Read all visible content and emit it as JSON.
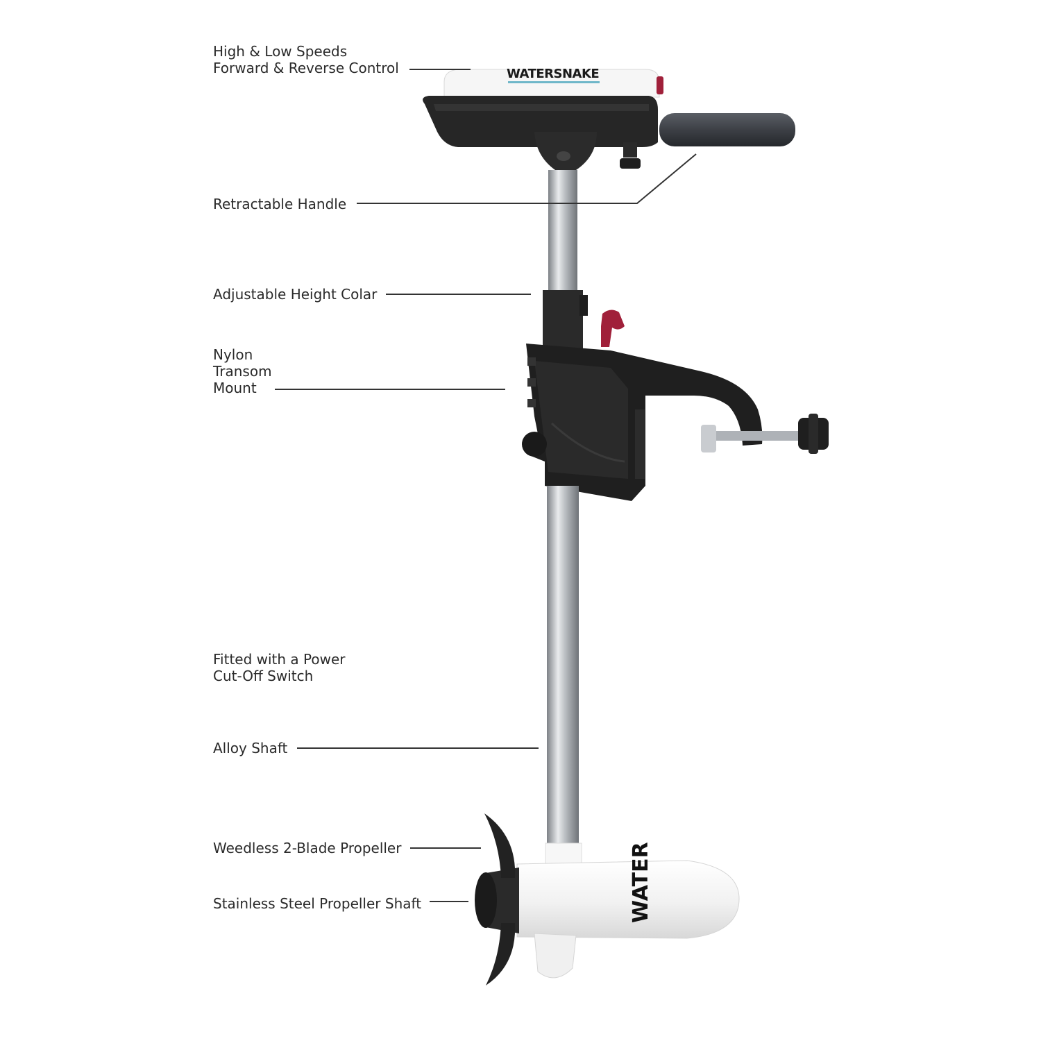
{
  "product": {
    "brand_logo": "WATERSNAKE",
    "motor_text": "WATER"
  },
  "callouts": [
    {
      "id": "speeds",
      "lines": [
        "High & Low Speeds",
        "Forward & Reverse Control"
      ]
    },
    {
      "id": "handle",
      "lines": [
        "Retractable Handle"
      ]
    },
    {
      "id": "collar",
      "lines": [
        "Adjustable Height Colar"
      ]
    },
    {
      "id": "mount",
      "lines": [
        "Nylon",
        "Transom",
        "Mount"
      ]
    },
    {
      "id": "cutoff",
      "lines": [
        "Fitted with a Power",
        "Cut-Off Switch"
      ]
    },
    {
      "id": "shaft",
      "lines": [
        "Alloy Shaft"
      ]
    },
    {
      "id": "propeller",
      "lines": [
        "Weedless 2-Blade Propeller"
      ]
    },
    {
      "id": "prop-shaft",
      "lines": [
        "Stainless Steel Propeller Shaft"
      ]
    }
  ],
  "colors": {
    "handle_dark": "#2b2b2b",
    "grip": "#3f4248",
    "shaft_silver": "#b9bcc0",
    "motor_white": "#f4f4f4",
    "accent_red": "#a0203a"
  }
}
